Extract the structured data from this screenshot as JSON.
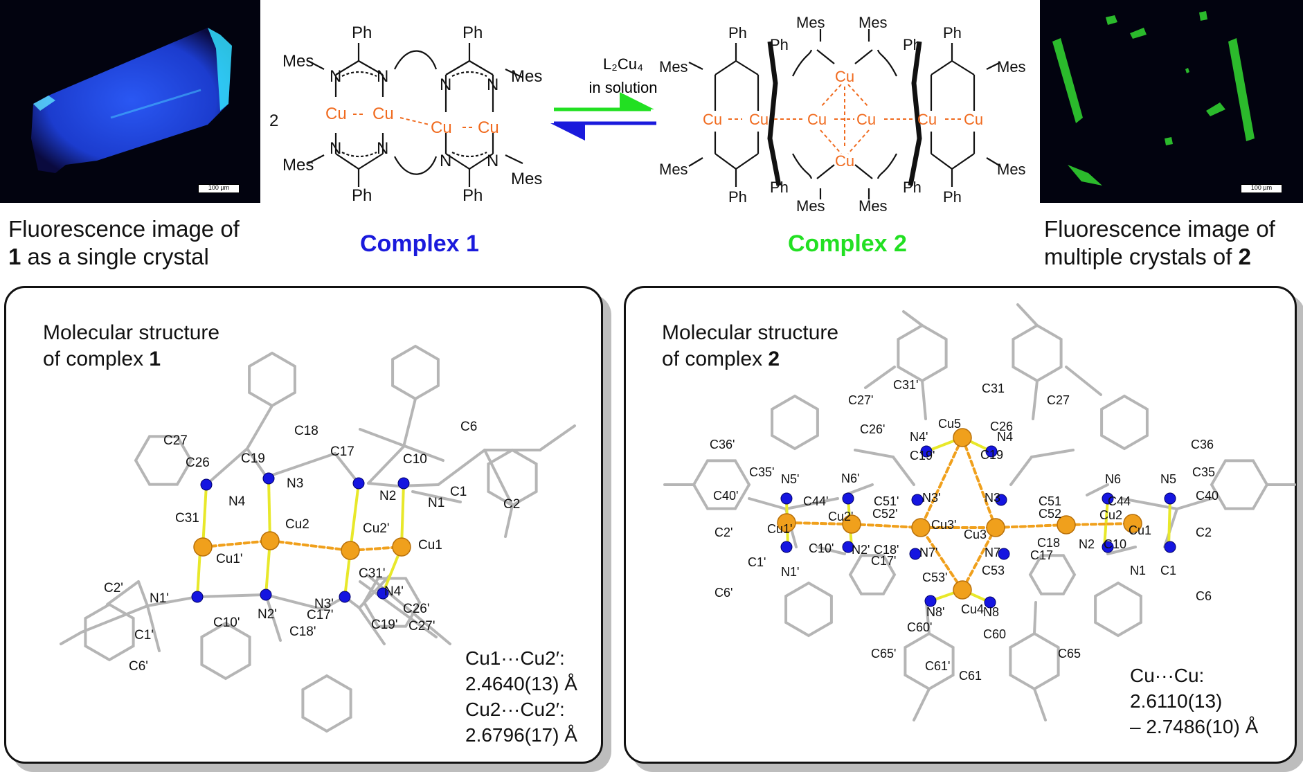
{
  "top": {
    "left_caption_line1": "Fluorescence image of",
    "left_caption_bold": "1",
    "left_caption_line2": " as a single crystal",
    "right_caption_line1": "Fluorescence image of",
    "right_caption_line2": "multiple crystals of ",
    "right_caption_bold": "2",
    "scalebar_left": "100 µm",
    "scalebar_right": "100 µm",
    "complex1_name": "Complex 1",
    "complex2_name": "Complex 2",
    "stoich": "2",
    "equilibrium_top": "L₂Cu₄",
    "equilibrium_bottom": "in solution",
    "colors": {
      "complex1": "#1a1adc",
      "complex2": "#22e022",
      "copper": "#f06a1e",
      "crystal1": "#2a6cff",
      "crystal2": "#2ecc2e"
    }
  },
  "scheme1": {
    "ph": "Ph",
    "mes": "Mes",
    "n": "N",
    "cu": "Cu"
  },
  "panel1": {
    "title_line1": "Molecular structure",
    "title_line2_prefix": "of complex ",
    "title_bold": "1",
    "dist_line1": "Cu1···Cu2′:",
    "dist_line2": "2.4640(13) Å",
    "dist_line3": "Cu2···Cu2′:",
    "dist_line4": "2.6796(17) Å",
    "atom_labels": [
      "C6",
      "C18",
      "C17",
      "C10",
      "C27",
      "C26",
      "C19",
      "N3",
      "N2",
      "C1",
      "N1",
      "C2",
      "N4",
      "C31",
      "Cu2",
      "Cu2'",
      "Cu1",
      "Cu1'",
      "C31'",
      "N4'",
      "N3'",
      "C26'",
      "C2'",
      "N1'",
      "N2'",
      "C1'",
      "C10'",
      "C17'",
      "C18'",
      "C19'",
      "C27'",
      "C6'"
    ]
  },
  "panel2": {
    "title_line1": "Molecular structure",
    "title_line2_prefix": "of complex ",
    "title_bold": "2",
    "dist_line1": "Cu···Cu:",
    "dist_line2": "2.6110(13)",
    "dist_line3": "– 2.7486(10) Å",
    "atom_labels": [
      "C31'",
      "C31",
      "C27'",
      "C27",
      "C26'",
      "C26",
      "N4'",
      "Cu5",
      "N4",
      "C36'",
      "C36",
      "C35'",
      "N5'",
      "N6'",
      "C19'",
      "C19",
      "N6",
      "N5",
      "C35",
      "C40'",
      "C44'",
      "C51'",
      "N3'",
      "N3",
      "C51",
      "C44",
      "C40",
      "C52'",
      "Cu3'",
      "Cu3",
      "C52",
      "Cu2'",
      "Cu2",
      "Cu1'",
      "Cu1",
      "C2'",
      "C10'",
      "N2'",
      "C18'",
      "N7'",
      "N7",
      "C18",
      "N2",
      "C10",
      "C2",
      "C17'",
      "C17",
      "C1'",
      "N1'",
      "C53'",
      "C53",
      "N1",
      "C1",
      "C6'",
      "C6",
      "N8'",
      "Cu4",
      "N8",
      "C60'",
      "C60",
      "C65'",
      "C65",
      "C61'",
      "C61"
    ]
  }
}
